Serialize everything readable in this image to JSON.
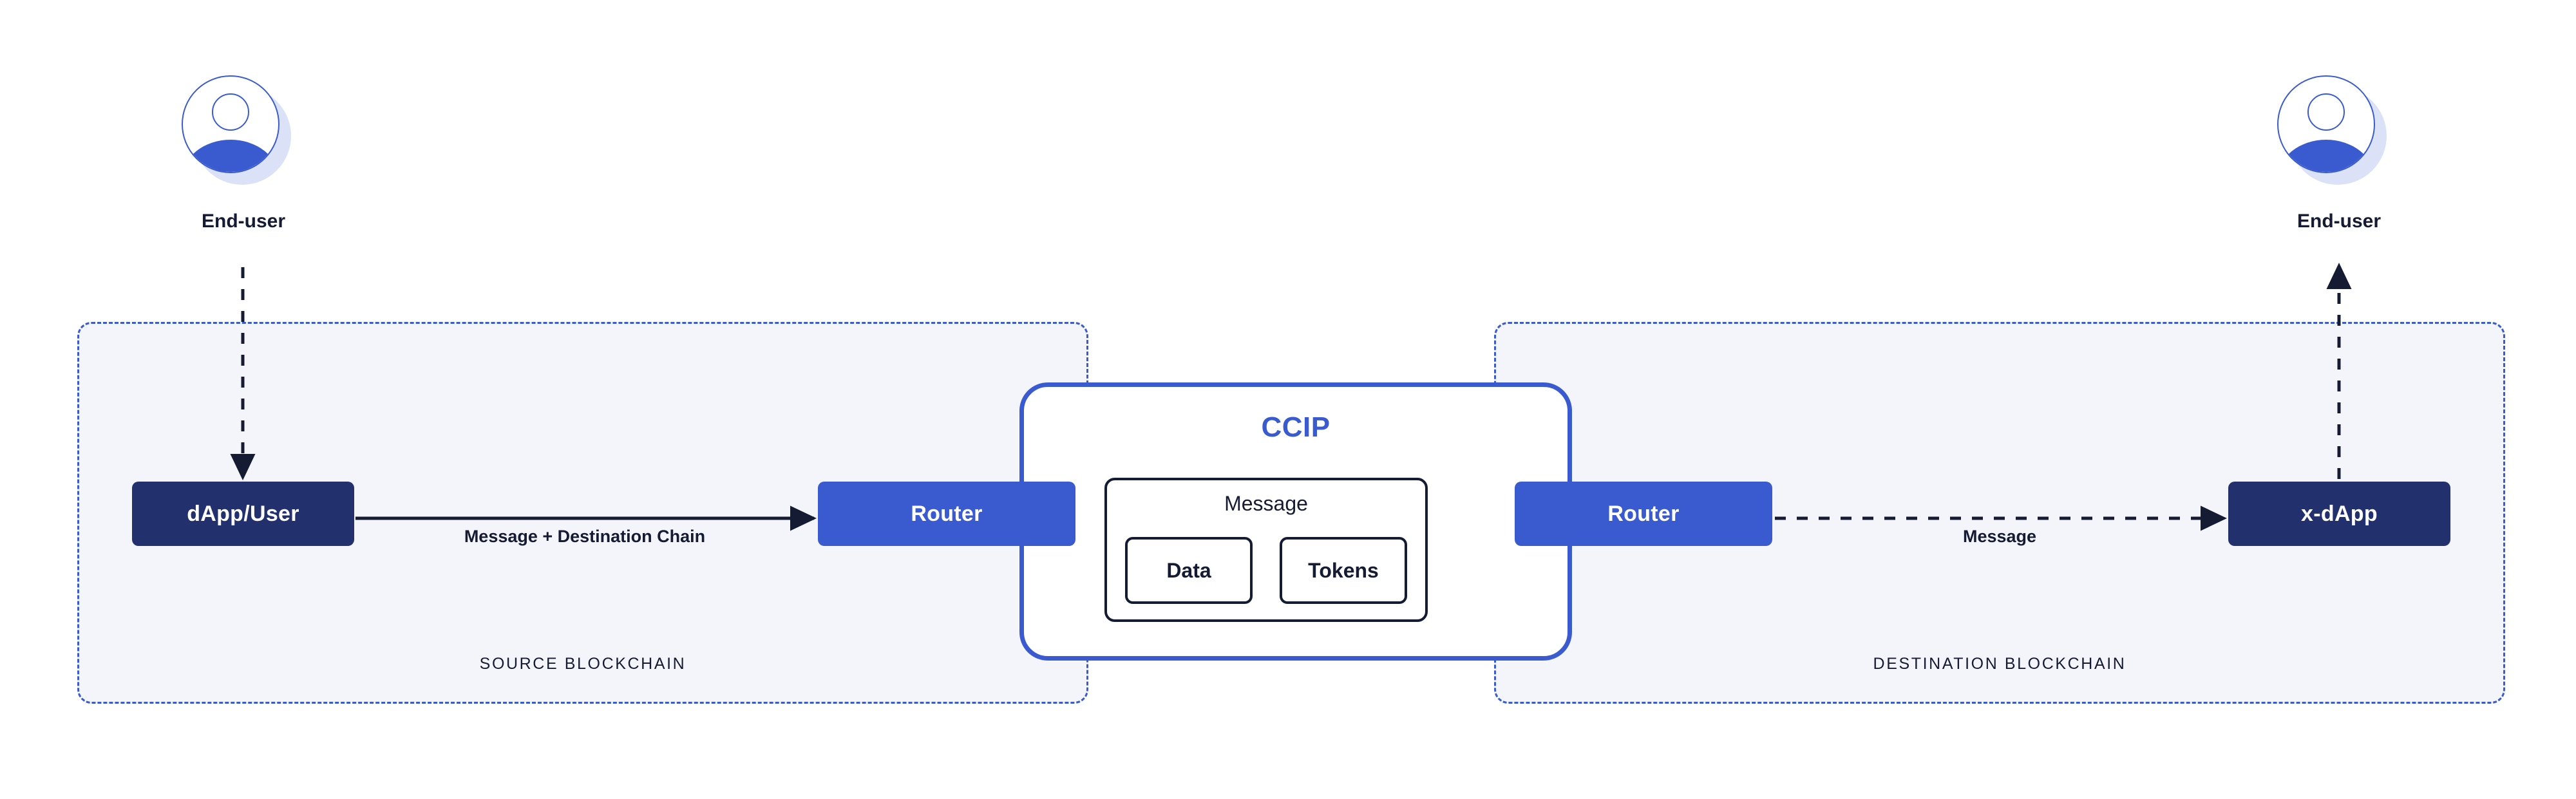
{
  "diagram": {
    "title": "CCIP cross-chain message flow",
    "colors": {
      "navy": "#22306e",
      "blue": "#3a5bd0",
      "dark_text": "#141b33",
      "zone_fill": "#f3f5fb",
      "avatar_shadow": "#dbe2f8"
    }
  },
  "actors": {
    "left_user": {
      "label": "End-user",
      "icon": "user-avatar-icon"
    },
    "right_user": {
      "label": "End-user",
      "icon": "user-avatar-icon"
    }
  },
  "zones": {
    "source": {
      "label": "SOURCE BLOCKCHAIN"
    },
    "destination": {
      "label": "DESTINATION BLOCKCHAIN"
    }
  },
  "nodes": {
    "dapp_user": {
      "label": "dApp/User"
    },
    "router_source": {
      "label": "Router"
    },
    "router_destination": {
      "label": "Router"
    },
    "x_dapp": {
      "label": "x-dApp"
    }
  },
  "ccip": {
    "title": "CCIP",
    "message": {
      "title": "Message",
      "slots": [
        {
          "label": "Data"
        },
        {
          "label": "Tokens"
        }
      ]
    }
  },
  "edges": {
    "user_to_dapp": {
      "label": "",
      "style": "dashed",
      "direction": "down"
    },
    "dapp_to_router": {
      "label": "Message + Destination Chain",
      "style": "solid",
      "direction": "right"
    },
    "router_to_xdapp": {
      "label": "Message",
      "style": "dashed",
      "direction": "right"
    },
    "xdapp_to_user": {
      "label": "",
      "style": "dashed",
      "direction": "up"
    }
  }
}
